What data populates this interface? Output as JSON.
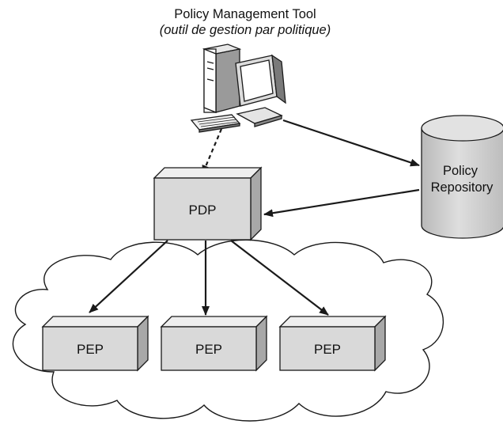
{
  "tool": {
    "title": "Policy Management Tool",
    "subtitle": "(outil de gestion par politique)"
  },
  "repository": {
    "line1": "Policy",
    "line2": "Repository"
  },
  "pdp": {
    "label": "PDP"
  },
  "peps": [
    {
      "label": "PEP"
    },
    {
      "label": "PEP"
    },
    {
      "label": "PEP"
    }
  ],
  "colors": {
    "box_front": "#d9d9d9",
    "box_top": "#eeeeee",
    "box_side": "#a8a8a8",
    "cylinder": "#cfcfcf",
    "stroke": "#1a1a1a"
  }
}
